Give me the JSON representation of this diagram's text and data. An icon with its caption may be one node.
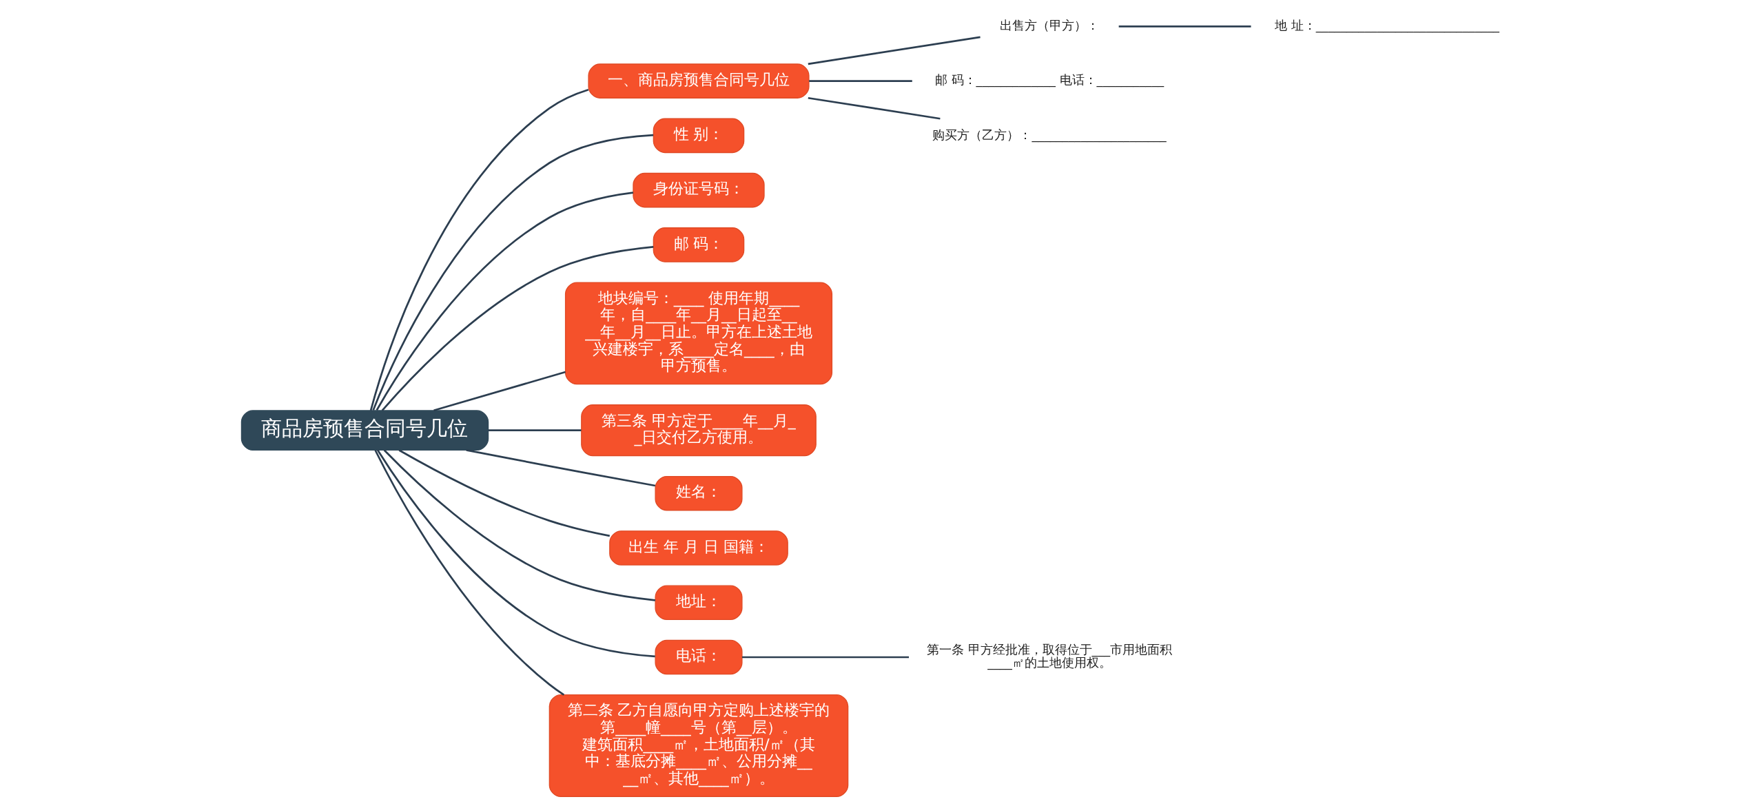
{
  "diagram": {
    "nodes": [
      {
        "text": [
          "商品房预售合同号几位"
        ]
      },
      {
        "text": [
          "一、商品房预售合同号几位"
        ]
      },
      {
        "text": [
          "出售方（甲方）："
        ]
      },
      {
        "text": [
          "地 址：______________________________"
        ]
      },
      {
        "text": [
          "邮 码：_____________ 电话：___________"
        ]
      },
      {
        "text": [
          "购买方（乙方）：______________________"
        ]
      },
      {
        "text": [
          "性 别："
        ]
      },
      {
        "text": [
          "身份证号码："
        ]
      },
      {
        "text": [
          "邮 码："
        ]
      },
      {
        "text": [
          "地块编号：____ 使用年期____年，自____年__月__日起至____年__月__日止。甲方在上述土地兴建楼宇，系____定名____，由甲方预售。"
        ]
      },
      {
        "text": [
          "第三条 甲方定于____年__月__日交付乙方使用。"
        ]
      },
      {
        "text": [
          "姓名："
        ]
      },
      {
        "text": [
          "出生 年 月 日 国籍："
        ]
      },
      {
        "text": [
          "地址："
        ]
      },
      {
        "text": [
          "电话："
        ]
      },
      {
        "text": [
          "第一条 甲方经批准，取得位于___市用地面积____㎡的土地使用权。"
        ]
      },
      {
        "text": [
          "第二条 乙方自愿向甲方定购上述楼宇的第____幢____号（第__层）。建筑面积____㎡，土地面积/㎡（其中：基底分摊____㎡、公用分摊____㎡、其他____㎡）。"
        ]
      }
    ],
    "edges": [
      {
        "from": 0,
        "to": 1,
        "arrow": "none"
      },
      {
        "from": 1,
        "to": 2,
        "arrow": "none"
      },
      {
        "from": 2,
        "to": 3,
        "arrow": "none"
      },
      {
        "from": 1,
        "to": 4,
        "arrow": "none"
      },
      {
        "from": 1,
        "to": 5,
        "arrow": "none"
      },
      {
        "from": 0,
        "to": 6,
        "arrow": "none"
      },
      {
        "from": 0,
        "to": 7,
        "arrow": "none"
      },
      {
        "from": 0,
        "to": 8,
        "arrow": "none"
      },
      {
        "from": 0,
        "to": 9,
        "arrow": "none"
      },
      {
        "from": 0,
        "to": 10,
        "arrow": "none"
      },
      {
        "from": 0,
        "to": 11,
        "arrow": "none"
      },
      {
        "from": 0,
        "to": 12,
        "arrow": "none"
      },
      {
        "from": 0,
        "to": 13,
        "arrow": "none"
      },
      {
        "from": 0,
        "to": 14,
        "arrow": "none"
      },
      {
        "from": 14,
        "to": 15,
        "arrow": "none"
      },
      {
        "from": 0,
        "to": 16,
        "arrow": "none"
      }
    ]
  }
}
